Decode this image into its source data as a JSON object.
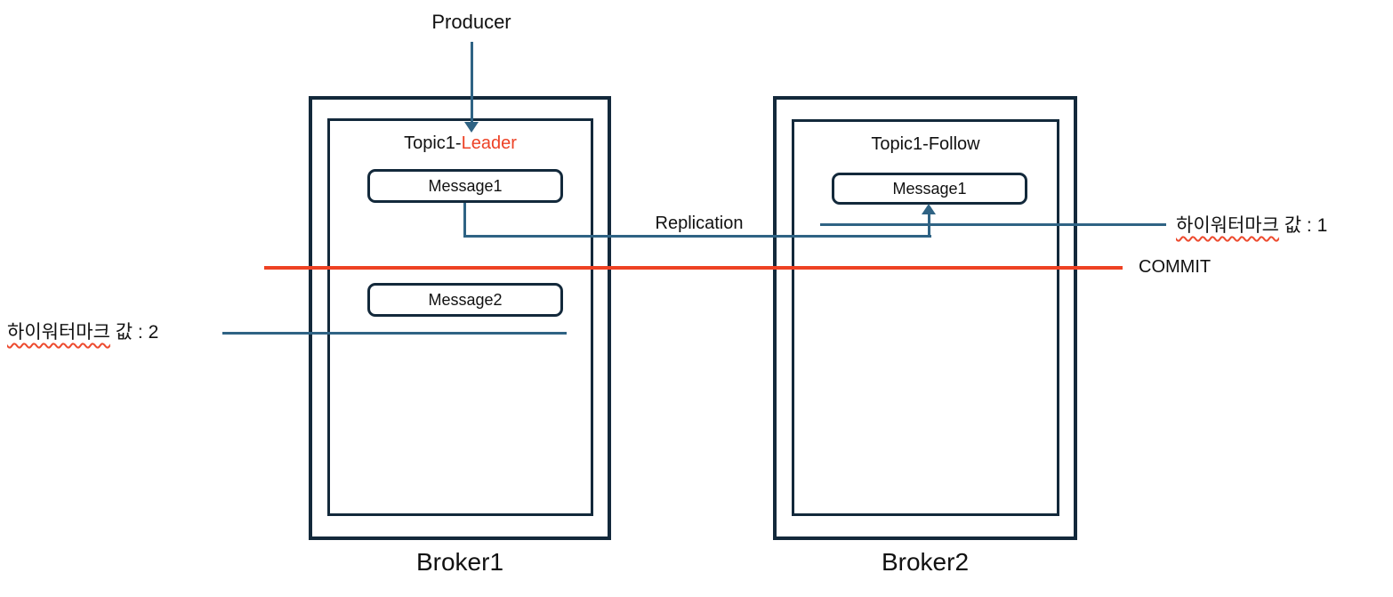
{
  "diagram_title": "Kafka topic replication and high watermark diagram",
  "colors": {
    "box_border": "#13293b",
    "arrow_line": "#2f6384",
    "commit_line": "#ee4223",
    "leader_highlight": "#ed4226",
    "spellcheck_wave": "#ed4a2e",
    "text": "#111111",
    "background": "#ffffff"
  },
  "producer": {
    "label": "Producer"
  },
  "broker1": {
    "label": "Broker1",
    "topic_prefix": "Topic1-",
    "topic_highlight": "Leader",
    "messages": [
      "Message1",
      "Message2"
    ]
  },
  "broker2": {
    "label": "Broker2",
    "topic": "Topic1-Follow",
    "messages": [
      "Message1"
    ]
  },
  "replication": {
    "label": "Replication"
  },
  "commit": {
    "label": "COMMIT"
  },
  "hwm_right": {
    "underlined": "하이워터마크",
    "rest": " 값 : 1"
  },
  "hwm_left": {
    "underlined": "하이워터마크",
    "rest": " 값 : 2"
  }
}
